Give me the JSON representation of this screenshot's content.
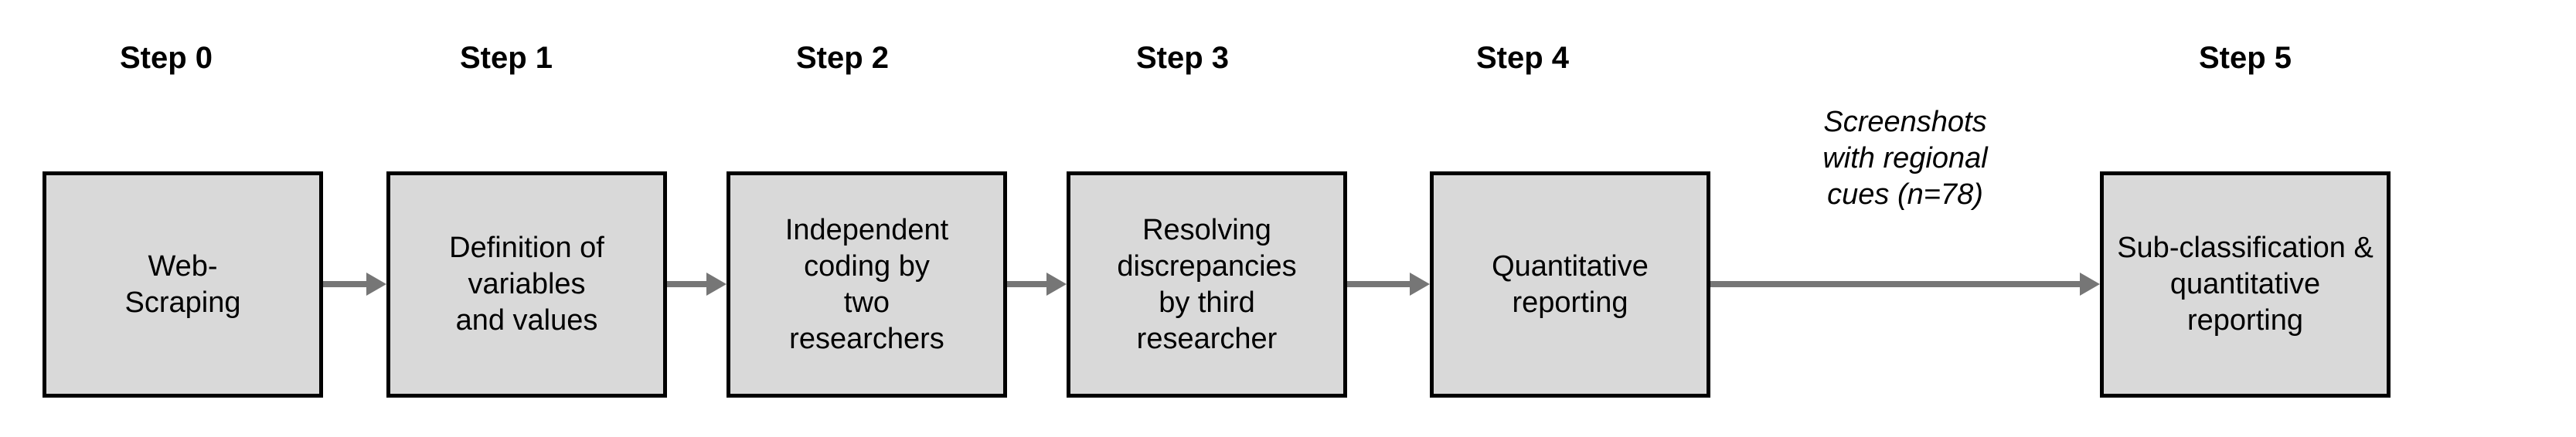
{
  "figure": {
    "type": "process-flow-diagram",
    "background_color": "#ffffff",
    "box_fill_color": "#d9d9d9",
    "box_border_color": "#000000",
    "arrow_color": "#767676"
  },
  "step_labels": [
    {
      "id": "step-0",
      "text": "Step 0"
    },
    {
      "id": "step-1",
      "text": "Step 1"
    },
    {
      "id": "step-2",
      "text": "Step 2"
    },
    {
      "id": "step-3",
      "text": "Step 3"
    },
    {
      "id": "step-4",
      "text": "Step 4"
    },
    {
      "id": "step-5",
      "text": "Step 5"
    }
  ],
  "boxes": [
    {
      "id": "box-0",
      "text": "Web-\nScraping"
    },
    {
      "id": "box-1",
      "text": "Definition of\nvariables\nand values"
    },
    {
      "id": "box-2",
      "text": "Independent\ncoding by\ntwo\nresearchers"
    },
    {
      "id": "box-3",
      "text": "Resolving\ndiscrepancies\nby third\nresearcher"
    },
    {
      "id": "box-4",
      "text": "Quantitative\nreporting"
    },
    {
      "id": "box-5",
      "text": "Sub-classification &\nquantitative\nreporting"
    }
  ],
  "annotations": [
    {
      "id": "flow-annotation",
      "text": "Screenshots\nwith regional\ncues (n=78)"
    }
  ],
  "connectors": [
    {
      "id": "arrow-0-1",
      "from": "box-0",
      "to": "box-1"
    },
    {
      "id": "arrow-1-2",
      "from": "box-1",
      "to": "box-2"
    },
    {
      "id": "arrow-2-3",
      "from": "box-2",
      "to": "box-3"
    },
    {
      "id": "arrow-3-4",
      "from": "box-3",
      "to": "box-4"
    },
    {
      "id": "arrow-4-5",
      "from": "box-4",
      "to": "box-5"
    }
  ]
}
